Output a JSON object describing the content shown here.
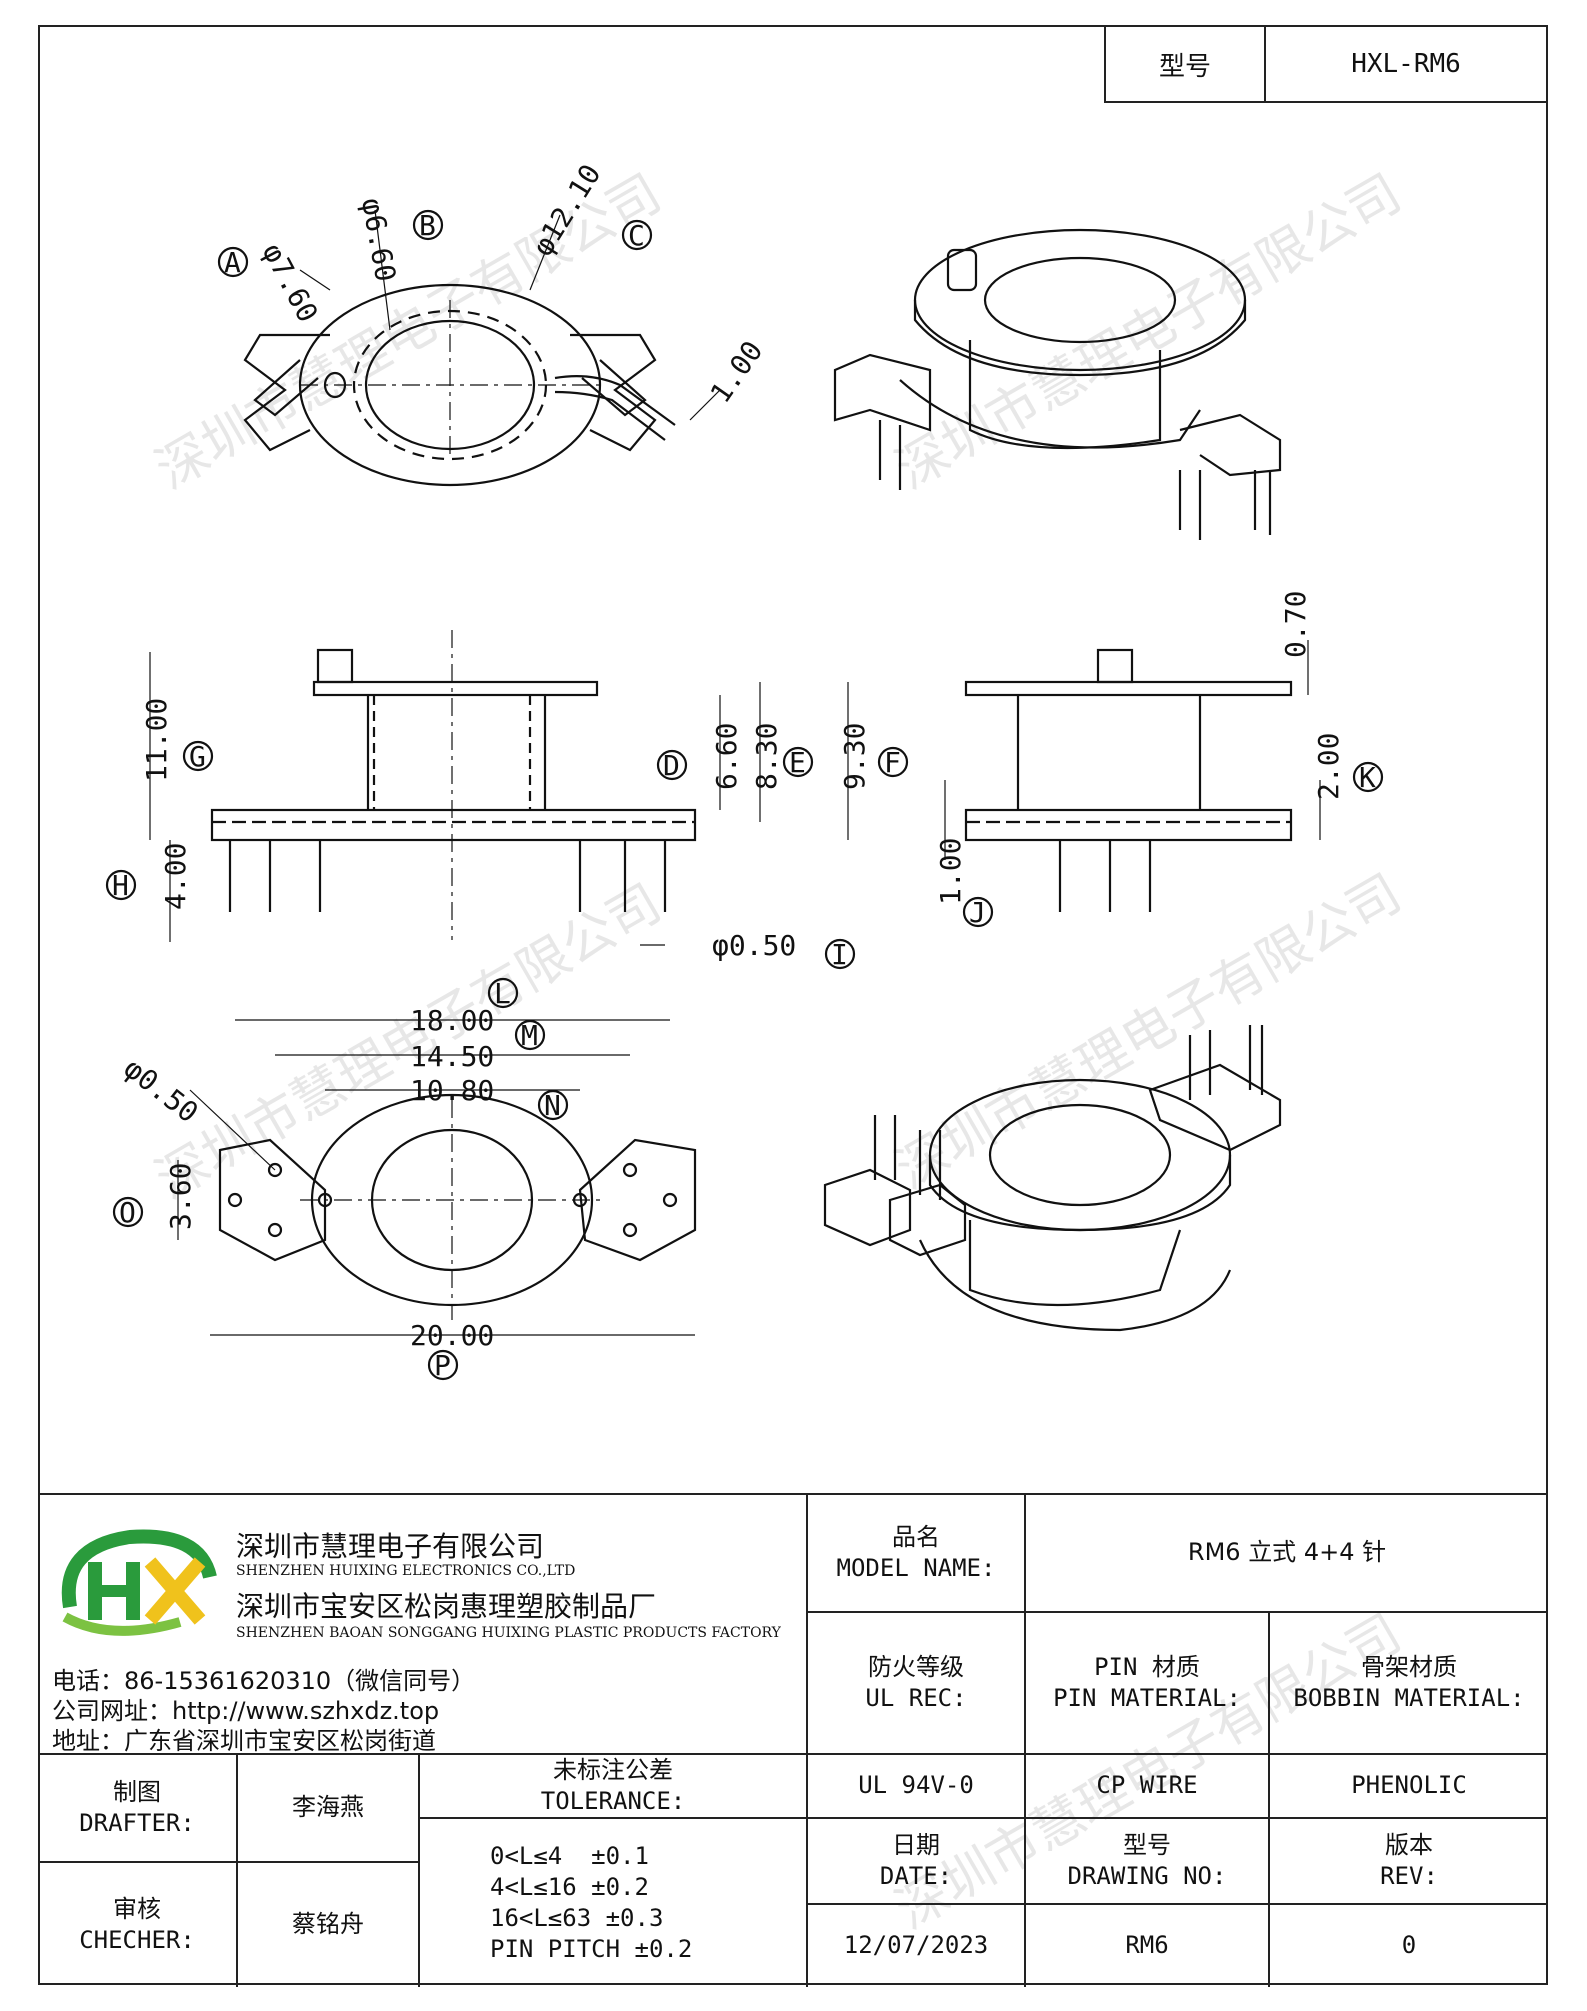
{
  "header": {
    "label": "型号",
    "value": "HXL-RM6"
  },
  "dimensions": {
    "A": "φ7.60",
    "B": "φ6.60",
    "C": "φ12.10",
    "slot": "1.00",
    "D": "6.60",
    "E": "8.30",
    "F": "9.30",
    "G": "11.00",
    "H": "4.00",
    "I": "φ0.50",
    "J": "1.00",
    "K": "2.00",
    "top": "0.70",
    "L": "18.00",
    "M": "14.50",
    "N": "10.80",
    "P": "20.00",
    "O": "3.60",
    "pin": "φ0.50"
  },
  "letters": [
    "A",
    "B",
    "C",
    "D",
    "E",
    "F",
    "G",
    "H",
    "I",
    "J",
    "K",
    "L",
    "M",
    "N",
    "O",
    "P"
  ],
  "watermark": "深圳市慧理电子有限公司",
  "company": {
    "logo_text": "HX",
    "name_cn": "深圳市慧理电子有限公司",
    "name_en": "SHENZHEN HUIXING ELECTRONICS CO.,LTD",
    "factory_cn": "深圳市宝安区松岗惠理塑胶制品厂",
    "factory_en": "SHENZHEN BAOAN SONGGANG HUIXING PLASTIC PRODUCTS FACTORY",
    "phone": "电话：86-15361620310（微信同号）",
    "website": "公司网址：http://www.szhxdz.top",
    "address": "地址：广东省深圳市宝安区松岗街道"
  },
  "title_block": {
    "model_name_cn": "品名",
    "model_name_en": "MODEL NAME:",
    "model_name_value": "RM6 立式 4+4 针",
    "ul_cn": "防火等级",
    "ul_en": "UL REC:",
    "pin_cn": "PIN 材质",
    "pin_en": "PIN MATERIAL:",
    "bobbin_cn": "骨架材质",
    "bobbin_en": "BOBBIN MATERIAL:",
    "ul_value": "UL 94V-0",
    "pin_value": "CP WIRE",
    "bobbin_value": "PHENOLIC",
    "drafter_cn": "制图",
    "drafter_en": "DRAFTER:",
    "drafter_value": "李海燕",
    "checker_cn": "审核",
    "checker_en": "CHECHER:",
    "checker_value": "蔡铭舟",
    "tolerance_cn": "未标注公差",
    "tolerance_en": "TOLERANCE:",
    "tolerance_lines": [
      "0<L≤4  ±0.1",
      "4<L≤16 ±0.2",
      "16<L≤63 ±0.3",
      "PIN PITCH ±0.2"
    ],
    "date_cn": "日期",
    "date_en": "DATE:",
    "date_value": "12/07/2023",
    "drawing_cn": "型号",
    "drawing_en": "DRAWING NO:",
    "drawing_value": "RM6",
    "rev_cn": "版本",
    "rev_en": "REV:",
    "rev_value": "0"
  }
}
